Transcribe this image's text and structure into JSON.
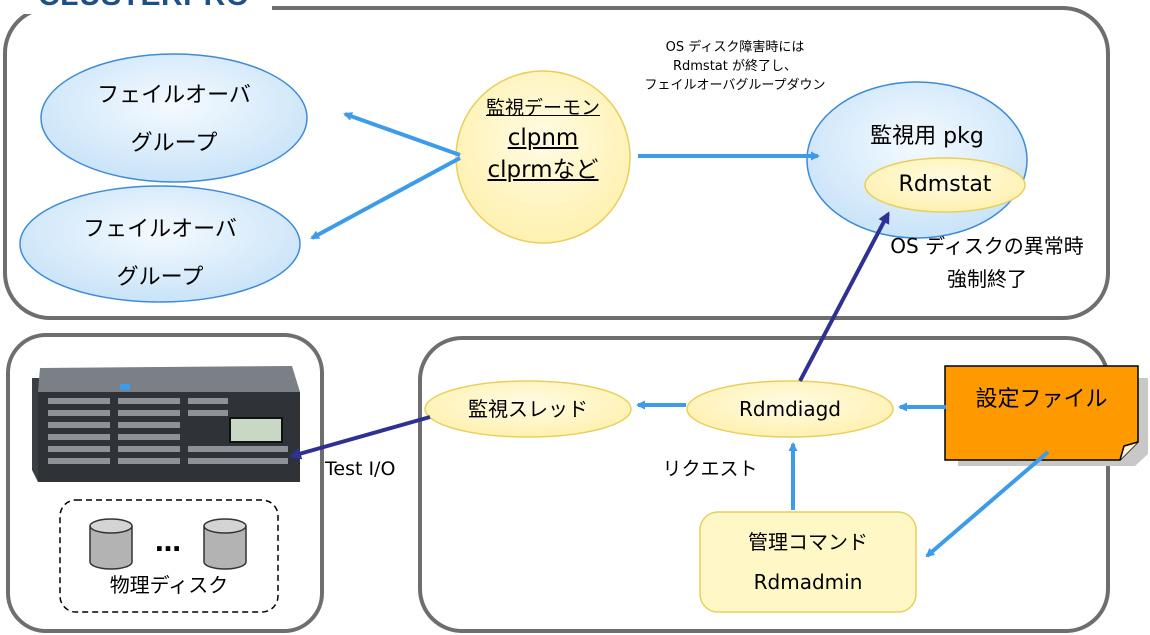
{
  "title": "CLUSTERPRO",
  "nodes": {
    "failover_group_1": [
      "フェイルオーバ",
      "グループ"
    ],
    "failover_group_2": [
      "フェイルオーバ",
      "グループ"
    ],
    "monitor_daemon": [
      "監視デーモン",
      "clpnm",
      "clprm",
      "など"
    ],
    "monitor_pkg": "監視用 pkg",
    "rdmstat": "Rdmstat",
    "monitor_thread": "監視スレッド",
    "rdmdiagd": "Rdmdiagd",
    "config_file": "設定ファイル",
    "admin_command": [
      "管理コマンド",
      "Rdmadmin"
    ],
    "physical_disk": "物理ディスク",
    "disk_ellipsis": "…"
  },
  "annotations": {
    "os_disk_failure": [
      "OS ディスク障害時には",
      "Rdmstat が終了し、",
      "フェイルオーバグループダウン"
    ],
    "os_disk_abnormal": [
      "OS ディスクの異常時",
      "強制終了"
    ],
    "test_io": "Test I/O",
    "request": "リクエスト"
  },
  "colors": {
    "blue_ellipse_fill": "#d9ecfb",
    "yellow_ellipse_fill": "#fff7c6",
    "arrow_light_blue": "#3d9be9",
    "arrow_dark_navy": "#2e3192",
    "config_orange": "#ff9900",
    "frame_gray": "#6e6e6e"
  }
}
